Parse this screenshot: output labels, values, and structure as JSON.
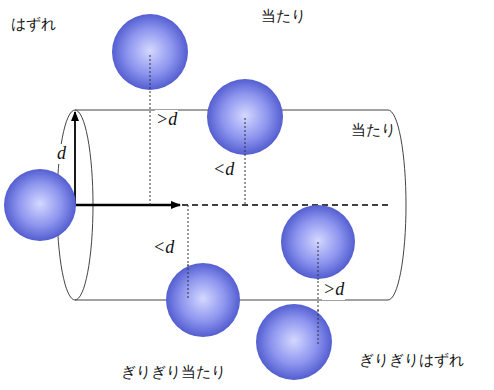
{
  "diagram": {
    "labels": [
      "はずれ",
      "当たり",
      "d",
      ">d",
      "当たり",
      "<d",
      "<d",
      ">d",
      "ぎりぎり当たり",
      "ぎりぎりはずれ"
    ]
  }
}
